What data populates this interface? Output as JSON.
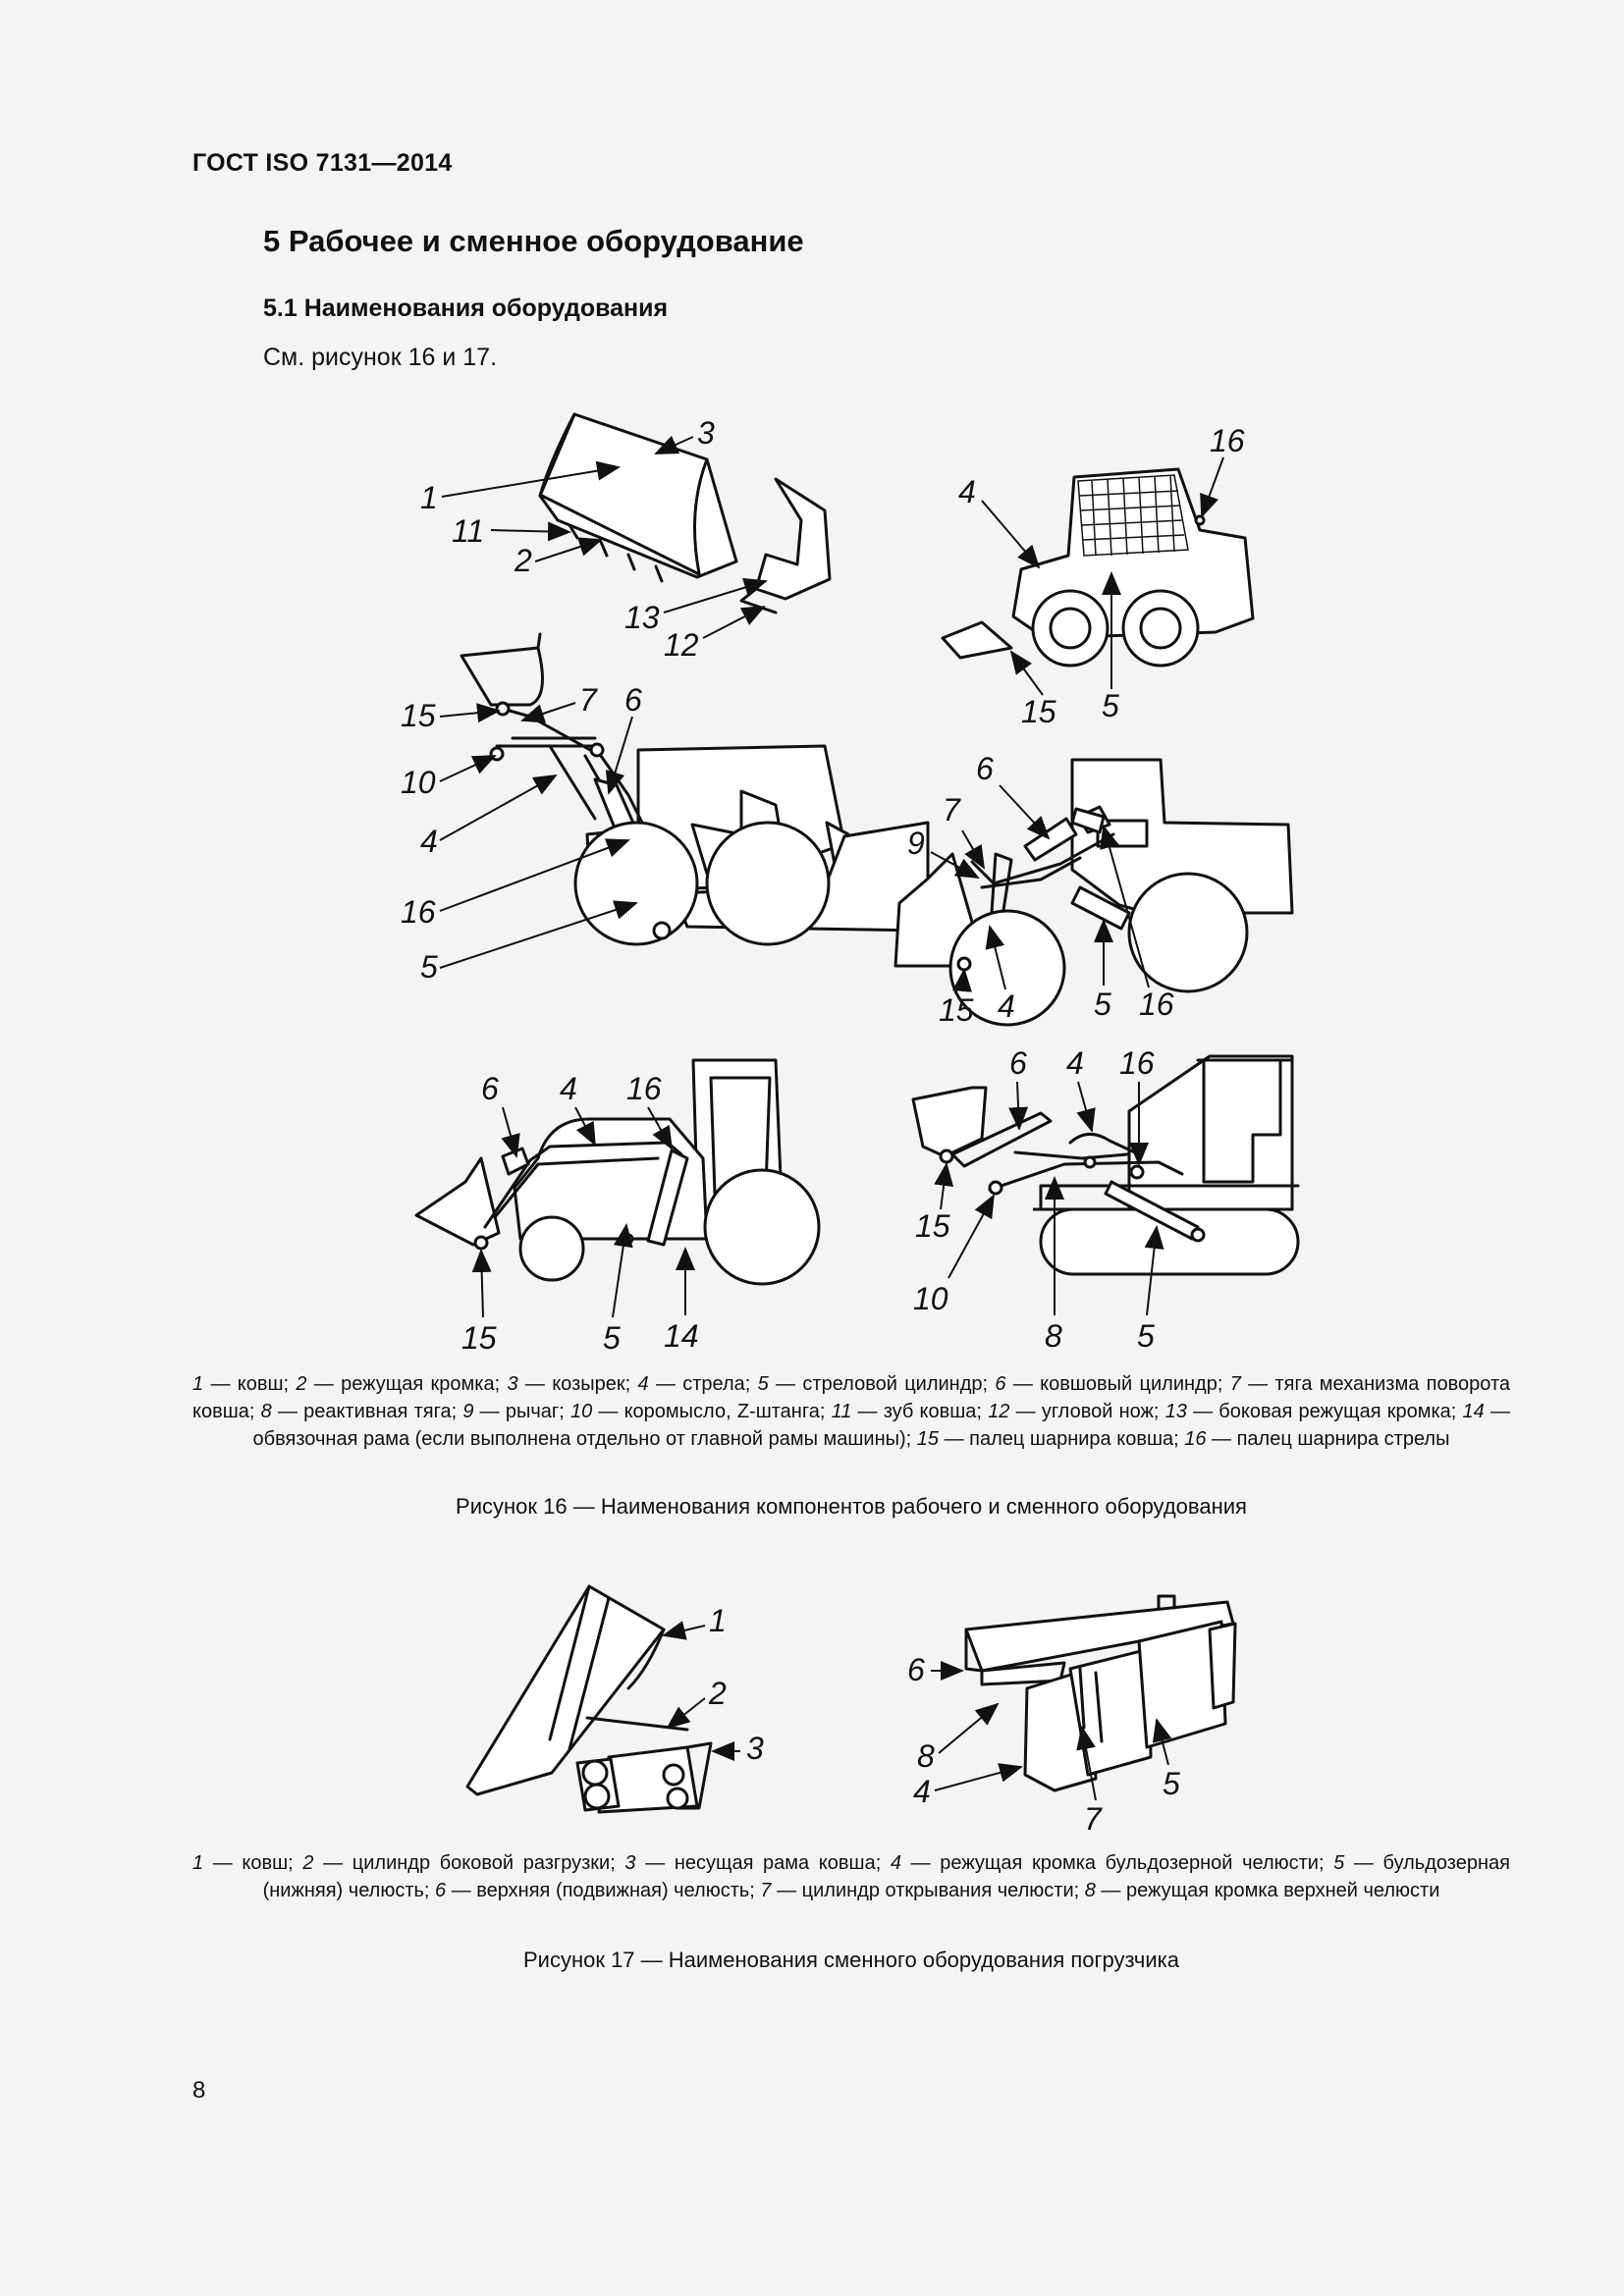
{
  "header": {
    "standard": "ГОСТ ISO 7131—2014"
  },
  "section": {
    "heading": "5 Рабочее и сменное оборудование",
    "subheading": "5.1 Наименования оборудования",
    "reference": "См. рисунок 16 и 17."
  },
  "figure16": {
    "labels": {
      "bucket": [
        "3",
        "1",
        "11",
        "2",
        "13",
        "12"
      ],
      "skid_steer": [
        "4",
        "16",
        "15",
        "5"
      ],
      "loader_left": [
        "15",
        "7",
        "6",
        "10",
        "4",
        "16",
        "5"
      ],
      "loader_right": [
        "6",
        "7",
        "9",
        "15",
        "4",
        "5",
        "16"
      ],
      "backhoe_front": [
        "6",
        "4",
        "16",
        "15",
        "5",
        "14"
      ],
      "crawler": [
        "6",
        "4",
        "16",
        "15",
        "10",
        "8",
        "5"
      ]
    },
    "legend": [
      {
        "n": "1",
        "t": " — ковш; "
      },
      {
        "n": "2",
        "t": " — режущая кромка; "
      },
      {
        "n": "3",
        "t": " — козырек; "
      },
      {
        "n": "4",
        "t": " — стрела; "
      },
      {
        "n": "5",
        "t": " — стреловой цилиндр; "
      },
      {
        "n": "6",
        "t": " — ковшовый цилиндр; "
      },
      {
        "n": "7",
        "t": " — тяга механизма поворота ковша; "
      },
      {
        "n": "8",
        "t": " — реактивная тяга; "
      },
      {
        "n": "9",
        "t": " — рычаг; "
      },
      {
        "n": "10",
        "t": " — коромысло, Z-штанга; "
      },
      {
        "n": "11",
        "t": " — зуб ковша; "
      },
      {
        "n": "12",
        "t": " — угловой нож; "
      },
      {
        "n": "13",
        "t": " — боковая режущая кромка; "
      },
      {
        "n": "14",
        "t": " — обвязочная рама (если выполнена отдельно от главной рамы машины); "
      },
      {
        "n": "15",
        "t": " — палец шарнира ковша; "
      },
      {
        "n": "16",
        "t": " — палец шарнира стрелы"
      }
    ],
    "caption": "Рисунок 16 — Наименования компонентов рабочего и сменного оборудования"
  },
  "figure17": {
    "labels": {
      "side_dump": [
        "1",
        "2",
        "3"
      ],
      "multi_purpose": [
        "6",
        "8",
        "4",
        "7",
        "5"
      ]
    },
    "legend": [
      {
        "n": "1",
        "t": " — ковш; "
      },
      {
        "n": "2",
        "t": " — цилиндр боковой разгрузки; "
      },
      {
        "n": "3",
        "t": " — несущая рама ковша; "
      },
      {
        "n": "4",
        "t": " — режущая кромка бульдозерной челюсти; "
      },
      {
        "n": "5",
        "t": " — бульдозерная (нижняя) челюсть; "
      },
      {
        "n": "6",
        "t": " — верхняя (подвижная) челюсть; "
      },
      {
        "n": "7",
        "t": " — цилиндр открывания челюсти; "
      },
      {
        "n": "8",
        "t": " — режущая кромка верхней челюсти"
      }
    ],
    "caption": "Рисунок 17 — Наименования сменного оборудования погрузчика"
  },
  "page": {
    "number": "8"
  }
}
